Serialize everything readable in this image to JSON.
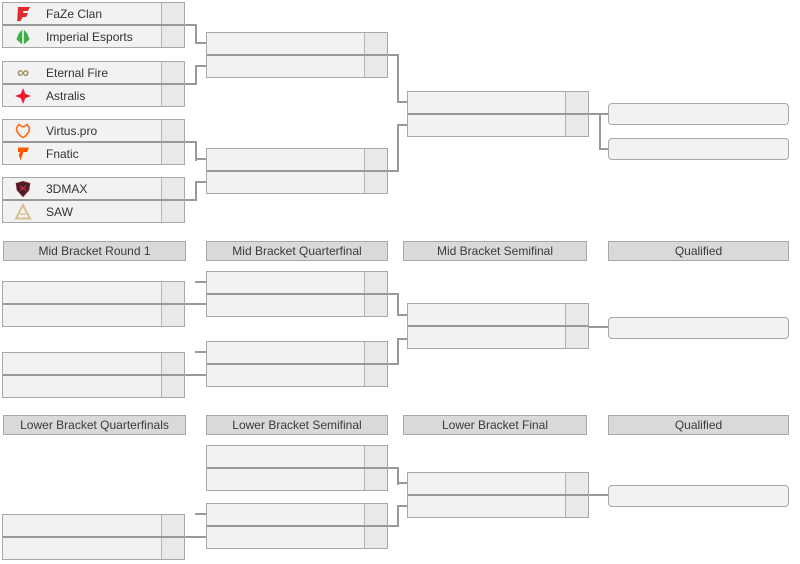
{
  "bracket": {
    "upper": {
      "round1": [
        {
          "top": {
            "name": "FaZe Clan",
            "icon": "faze-clan-logo",
            "score": ""
          },
          "bottom": {
            "name": "Imperial Esports",
            "icon": "imperial-esports-logo",
            "score": ""
          }
        },
        {
          "top": {
            "name": "Eternal Fire",
            "icon": "eternal-fire-logo",
            "score": ""
          },
          "bottom": {
            "name": "Astralis",
            "icon": "astralis-logo",
            "score": ""
          }
        },
        {
          "top": {
            "name": "Virtus.pro",
            "icon": "virtus-pro-logo",
            "score": ""
          },
          "bottom": {
            "name": "Fnatic",
            "icon": "fnatic-logo",
            "score": ""
          }
        },
        {
          "top": {
            "name": "3DMAX",
            "icon": "3dmax-logo",
            "score": ""
          },
          "bottom": {
            "name": "SAW",
            "icon": "saw-logo",
            "score": ""
          }
        }
      ]
    },
    "mid_headers": [
      "Mid Bracket Round 1",
      "Mid Bracket Quarterfinal",
      "Mid Bracket Semifinal",
      "Qualified"
    ],
    "lower_headers": [
      "Lower Bracket Quarterfinals",
      "Lower Bracket Semifinal",
      "Lower Bracket Final",
      "Qualified"
    ]
  },
  "icons": {
    "eternal_fire_glyph": "∞"
  },
  "colors": {
    "row_bg": "#f2f2f2",
    "score_bg": "#e9e9e9",
    "box_border": "#a8a8a8",
    "connector": "#999999",
    "header_bg": "#d9d9d9",
    "text": "#333333",
    "faze_red": "#e02a30",
    "imperial_green": "#3fae49",
    "eternal_fire_tan": "#a39161",
    "astralis_red": "#ee1b2e",
    "virtus_orange": "#ff6a13",
    "fnatic_orange": "#ff5800",
    "dmax_maroon": "#4a1d27",
    "saw_gold": "#d4c28e"
  }
}
